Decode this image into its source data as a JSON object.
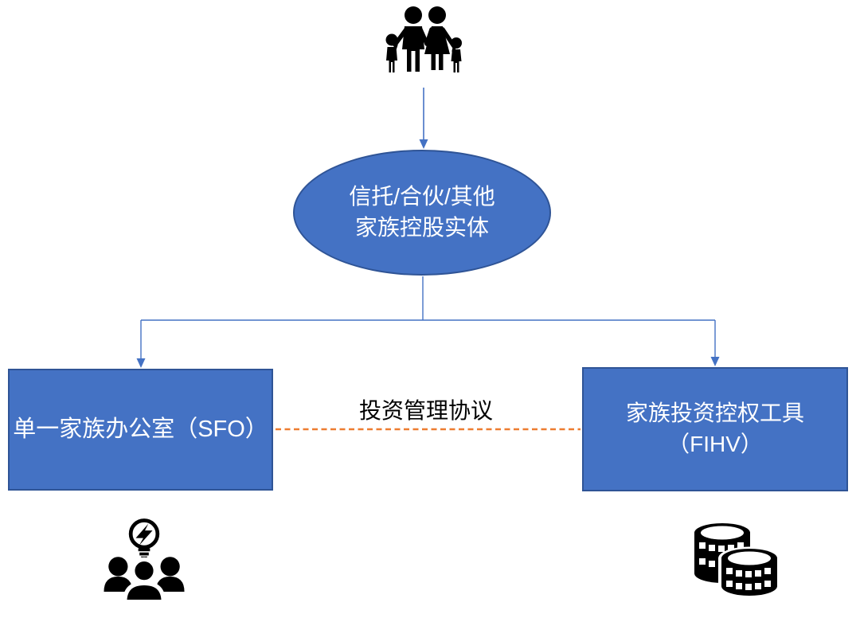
{
  "colors": {
    "background": "#FFFFFF",
    "node_fill": "#4472C4",
    "node_border": "#2F5496",
    "connector": "#4472C4",
    "agreement_line": "#ED7D31",
    "node_text": "#FFFFFF",
    "label_text": "#000000",
    "icon_color": "#000000"
  },
  "nodes": {
    "holding_entity": {
      "line1": "信托/合伙/其他",
      "line2": "家族控股实体"
    },
    "sfo": {
      "label": "单一家族办公室（SFO）"
    },
    "fihv": {
      "line1": "家族投资控权工具",
      "line2": "（FIHV）"
    }
  },
  "edges": {
    "agreement_label": "投资管理协议"
  },
  "icons": {
    "top": "family-icon",
    "bottom_left": "team-idea-icon",
    "bottom_right": "coins-icon"
  }
}
